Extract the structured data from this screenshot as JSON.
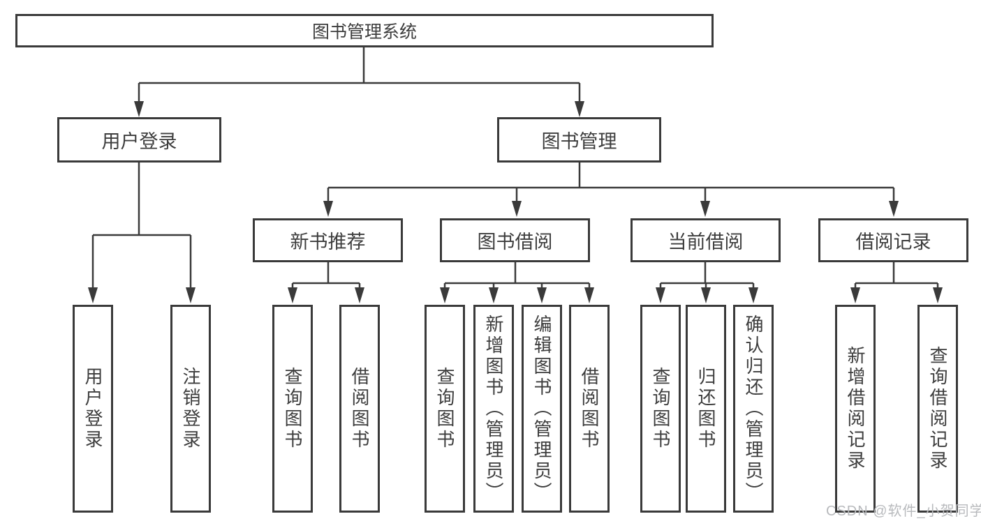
{
  "tree": {
    "root": {
      "label": "图书管理系统"
    },
    "login": {
      "label": "用户登录",
      "children": [
        {
          "label": "用户登录"
        },
        {
          "label": "注销登录"
        }
      ]
    },
    "management": {
      "label": "图书管理",
      "sections": [
        {
          "label": "新书推荐",
          "children": [
            {
              "label": "查询图书"
            },
            {
              "label": "借阅图书"
            }
          ]
        },
        {
          "label": "图书借阅",
          "children": [
            {
              "label": "查询图书"
            },
            {
              "label": "新增图书（管理员）"
            },
            {
              "label": "编辑图书（管理员）"
            },
            {
              "label": "借阅图书"
            }
          ]
        },
        {
          "label": "当前借阅",
          "children": [
            {
              "label": "查询图书"
            },
            {
              "label": "归还图书"
            },
            {
              "label": "确认归还（管理员）"
            }
          ]
        },
        {
          "label": "借阅记录",
          "children": [
            {
              "label": "新增借阅记录"
            },
            {
              "label": "查询借阅记录"
            }
          ]
        }
      ]
    }
  },
  "watermark": {
    "text": "CSDN @软件_小贺同学"
  },
  "colors": {
    "line": "#3a3a3a",
    "text": "#3d3d3d",
    "watermark": "#b8babd",
    "background": "#ffffff"
  }
}
